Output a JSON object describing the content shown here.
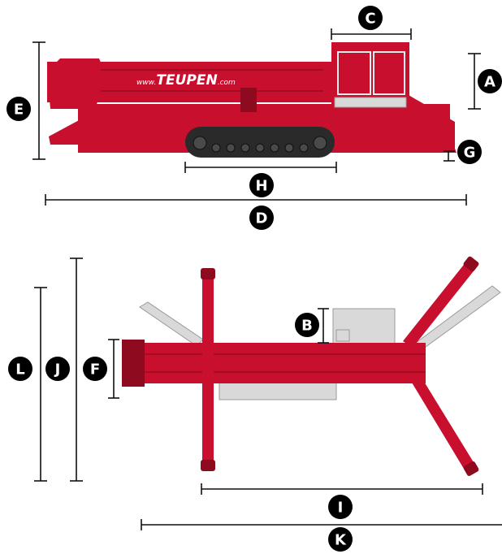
{
  "brand": {
    "prefix": "www.",
    "name": "TEUPEN",
    "suffix": ".com"
  },
  "dimension_labels": {
    "A": "A",
    "B": "B",
    "C": "C",
    "D": "D",
    "E": "E",
    "F": "F",
    "G": "G",
    "H": "H",
    "I": "I",
    "J": "J",
    "K": "K",
    "L": "L"
  },
  "colors": {
    "machine_red": "#c8102e",
    "machine_red_dark": "#8e0b1f",
    "dimension_ink": "#111111",
    "badge_fill": "#000000",
    "badge_text": "#ffffff",
    "platform_grey": "#d9d9d9",
    "track_dark": "#2a2a2a"
  }
}
